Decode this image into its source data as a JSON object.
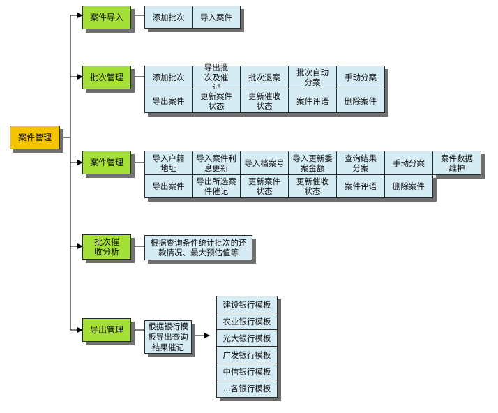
{
  "root": "案件管理",
  "categories": {
    "c1": "案件导入",
    "c2": "批次管理",
    "c3": "案件管理",
    "c4": "批次催收分析",
    "c5": "导出管理"
  },
  "c1_items": [
    "添加批次",
    "导入案件"
  ],
  "c2_row1": [
    "添加批次",
    "导出批次及催记",
    "批次退案",
    "批次自动分案",
    "手动分案"
  ],
  "c2_row2": [
    "导出案件",
    "更新案件状态",
    "更新催收状态",
    "案件评语",
    "删除案件"
  ],
  "c3_row1": [
    "导入户籍地址",
    "导入案件利息更新",
    "导入档案号",
    "导入更新委案金额",
    "查询结果分案",
    "手动分案",
    "案件数据维护"
  ],
  "c3_row2": [
    "导出案件",
    "导出所选案件催记",
    "更新案件状态",
    "更新催收状态",
    "案件评语",
    "删除案件"
  ],
  "c4_item": "根据查询条件统计批次的还款情况、最大预估值等",
  "c5_item": "根据银行模板导出查询结果催记",
  "banks": [
    "建设银行模板",
    "农业银行模板",
    "光大银行模板",
    "广发银行模板",
    "中信银行模板",
    "...各银行模板"
  ],
  "colors": {
    "root": "#f5c400",
    "category": "#a5e03a",
    "leaf": "#d6ecf5",
    "shadow": "#6f6f6f",
    "line": "#000000"
  }
}
